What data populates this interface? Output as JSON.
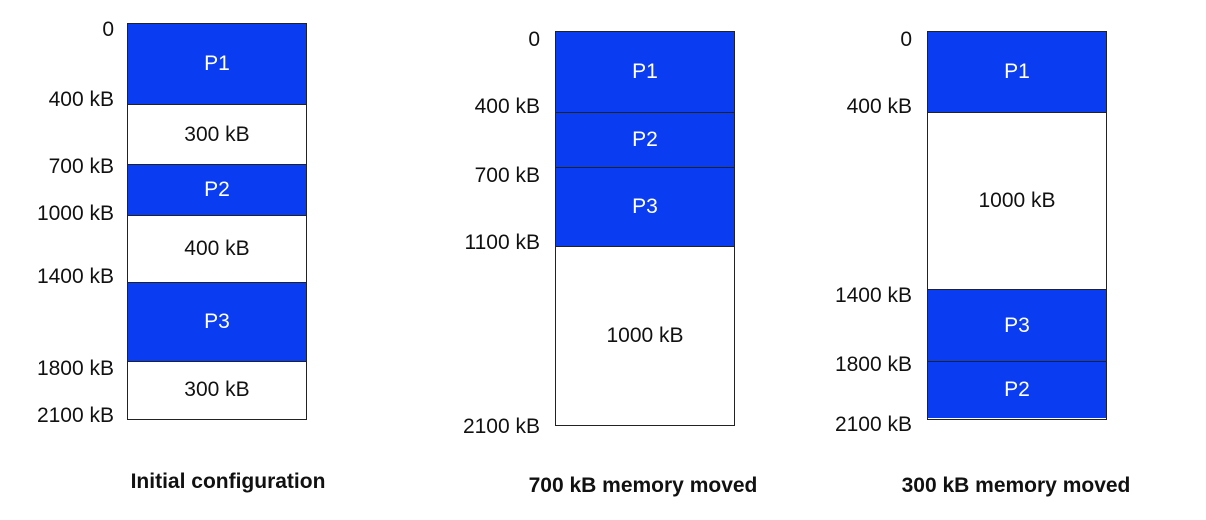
{
  "columns": [
    {
      "caption": "Initial configuration",
      "addresses": [
        "0",
        "400 kB",
        "700 kB",
        "1000 kB",
        "1400 kB",
        "1800 kB",
        "2100 kB"
      ],
      "blocks": [
        {
          "label": "P1",
          "type": "process"
        },
        {
          "label": "300 kB",
          "type": "free"
        },
        {
          "label": "P2",
          "type": "process"
        },
        {
          "label": "400 kB",
          "type": "free"
        },
        {
          "label": "P3",
          "type": "process"
        },
        {
          "label": "300 kB",
          "type": "free"
        }
      ]
    },
    {
      "caption": "700 kB memory moved",
      "addresses": [
        "0",
        "400 kB",
        "700 kB",
        "1100 kB",
        "2100 kB"
      ],
      "blocks": [
        {
          "label": "P1",
          "type": "process"
        },
        {
          "label": "P2",
          "type": "process"
        },
        {
          "label": "P3",
          "type": "process"
        },
        {
          "label": "1000 kB",
          "type": "free"
        }
      ]
    },
    {
      "caption": "300 kB memory moved",
      "addresses": [
        "0",
        "400 kB",
        "1400 kB",
        "1800 kB",
        "2100 kB"
      ],
      "blocks": [
        {
          "label": "P1",
          "type": "process"
        },
        {
          "label": "1000 kB",
          "type": "free"
        },
        {
          "label": "P3",
          "type": "process"
        },
        {
          "label": "P2",
          "type": "process"
        }
      ]
    }
  ],
  "colors": {
    "process": "#0a3cf2",
    "free": "#ffffff"
  }
}
